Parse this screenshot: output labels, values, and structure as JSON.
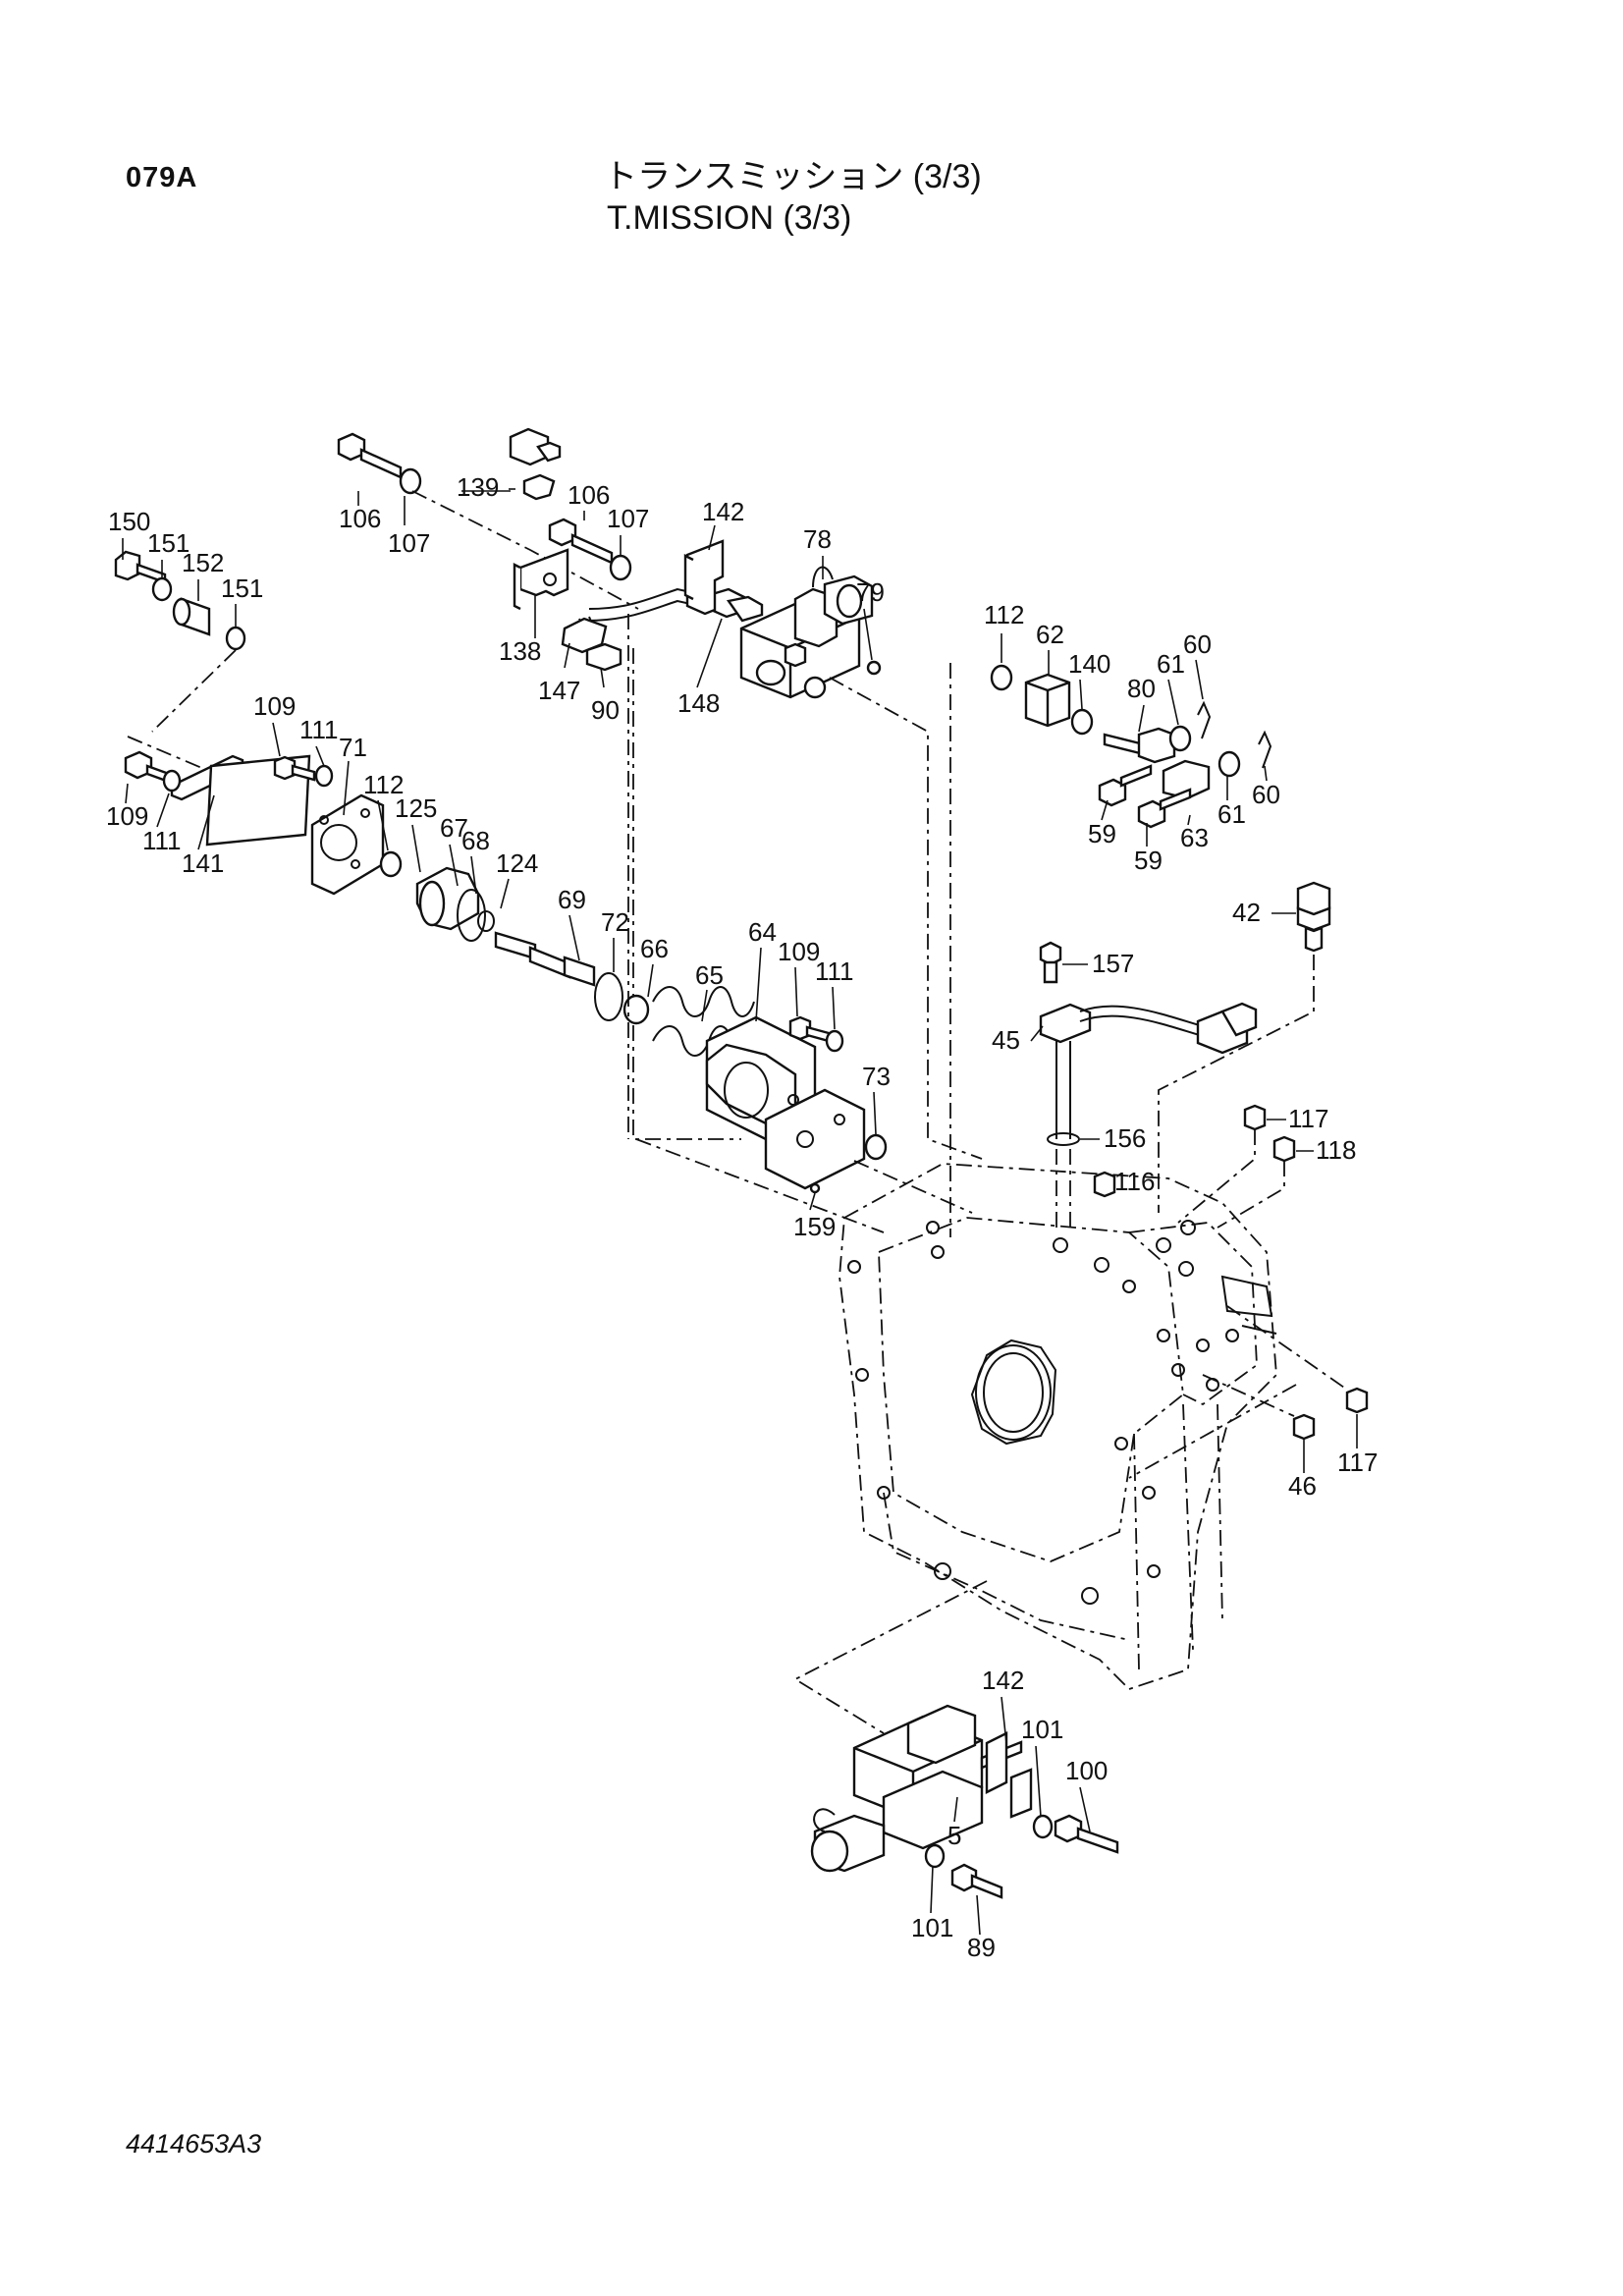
{
  "header": {
    "page_code": "079A",
    "title_jp": "トランスミッション (3/3)",
    "title_en": "T.MISSION (3/3)"
  },
  "footer": {
    "document_number": "4414653A3"
  },
  "callouts": [
    "150",
    "151",
    "152",
    "151",
    "106",
    "107",
    "139",
    "106",
    "107",
    "142",
    "78",
    "79",
    "138",
    "147",
    "90",
    "148",
    "112",
    "62",
    "140",
    "80",
    "61",
    "60",
    "59",
    "63",
    "61",
    "60",
    "59",
    "109",
    "111",
    "71",
    "109",
    "111",
    "141",
    "112",
    "125",
    "67",
    "68",
    "124",
    "69",
    "72",
    "66",
    "65",
    "64",
    "109",
    "111",
    "73",
    "159",
    "42",
    "157",
    "45",
    "117",
    "156",
    "118",
    "116",
    "117",
    "46",
    "142",
    "101",
    "100",
    "5",
    "101",
    "89"
  ]
}
